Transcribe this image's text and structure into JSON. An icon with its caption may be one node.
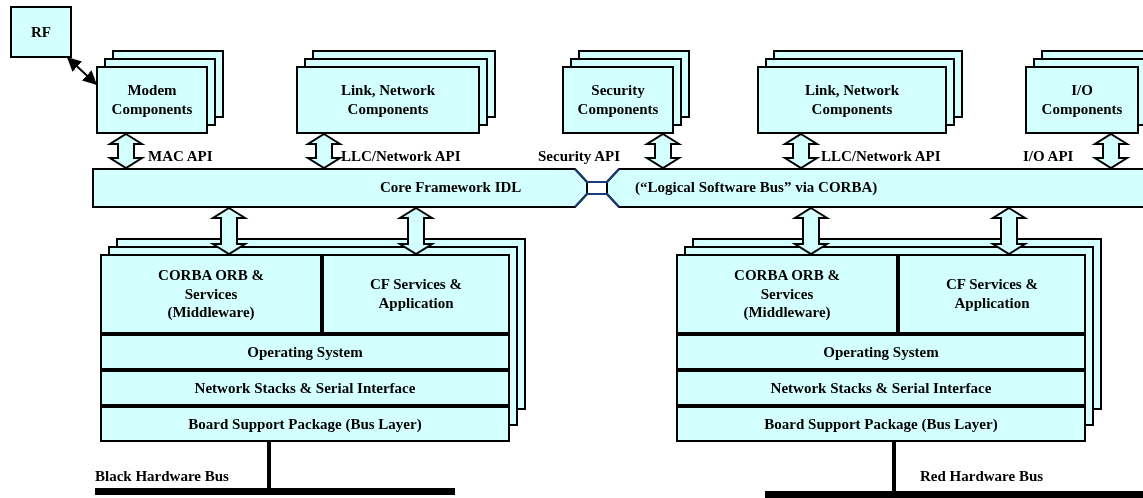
{
  "diagram": {
    "nodes": [
      {
        "text": [
          "RF"
        ]
      },
      {
        "text": [
          "Modem Components"
        ]
      },
      {
        "text": [
          "Link, Network Components"
        ]
      },
      {
        "text": [
          "Security Components"
        ]
      },
      {
        "text": [
          "Link, Network Components"
        ]
      },
      {
        "text": [
          "I/O Components"
        ]
      },
      {
        "text": [
          "Core Framework IDL",
          "(“Logical Software Bus” via CORBA)"
        ]
      },
      {
        "text": [
          "CORBA ORB & Services (Middleware)"
        ]
      },
      {
        "text": [
          "CF Services & Application"
        ]
      },
      {
        "text": [
          "Operating System"
        ]
      },
      {
        "text": [
          "Network Stacks & Serial Interface"
        ]
      },
      {
        "text": [
          "Board Support Package (Bus Layer)"
        ]
      },
      {
        "text": [
          "CORBA ORB & Services (Middleware)"
        ]
      },
      {
        "text": [
          "CF Services & Application"
        ]
      },
      {
        "text": [
          "Operating System"
        ]
      },
      {
        "text": [
          "Network Stacks & Serial Interface"
        ]
      },
      {
        "text": [
          "Board Support Package (Bus Layer)"
        ]
      },
      {
        "text": [],
        "shape": "bar",
        "beside": [
          "Black Hardware Bus"
        ]
      },
      {
        "text": [],
        "shape": "bar",
        "beside": [
          "Red Hardware Bus"
        ]
      }
    ],
    "edges": [
      {
        "from": 0,
        "to": 1,
        "arrow": "both"
      },
      {
        "from": 1,
        "to": 6,
        "arrow": "both",
        "label": "MAC API"
      },
      {
        "from": 2,
        "to": 6,
        "arrow": "both",
        "label": "LLC/Network API"
      },
      {
        "from": 3,
        "to": 6,
        "arrow": "both",
        "label": "Security API"
      },
      {
        "from": 4,
        "to": 6,
        "arrow": "both",
        "label": "LLC/Network API"
      },
      {
        "from": 5,
        "to": 6,
        "arrow": "both",
        "label": "I/O API"
      },
      {
        "from": 6,
        "to": 7,
        "arrow": "both"
      },
      {
        "from": 6,
        "to": 8,
        "arrow": "both"
      },
      {
        "from": 6,
        "to": 12,
        "arrow": "both"
      },
      {
        "from": 6,
        "to": 13,
        "arrow": "both"
      },
      {
        "from": 11,
        "to": 17,
        "arrow": "none"
      },
      {
        "from": 16,
        "to": 18,
        "arrow": "none"
      }
    ]
  }
}
